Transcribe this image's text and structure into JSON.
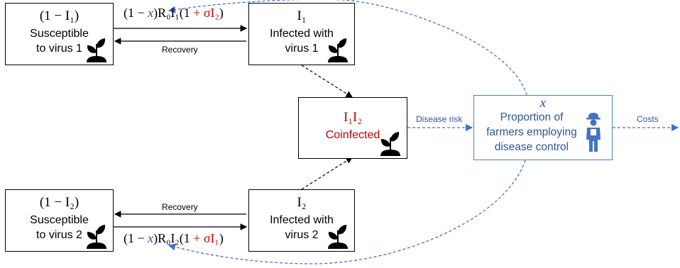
{
  "boxes": {
    "s1": {
      "expr": "(1 − I₁)",
      "line1": "Susceptible",
      "line2": "to virus 1"
    },
    "i1": {
      "expr": "I₁",
      "line1": "Infected with",
      "line2": "virus 1"
    },
    "co": {
      "expr": "I₁I₂",
      "line1": "Coinfected"
    },
    "s2": {
      "expr": "(1 − I₂)",
      "line1": "Susceptible",
      "line2": "to virus 2"
    },
    "i2": {
      "expr": "I₂",
      "line1": "Infected with",
      "line2": "virus 2"
    }
  },
  "control": {
    "variable": "x",
    "line1": "Proportion of",
    "line2": "farmers employing",
    "line3": "disease control"
  },
  "rates": {
    "top_open": "(1 − ",
    "top_x": "x",
    "top_mid": ")R₀I₁(1 ",
    "top_red": "+ σI₂",
    "top_close": ")",
    "bottom_open": "(1 − ",
    "bottom_x": "x",
    "bottom_mid": ")R₀I₂(1 ",
    "bottom_red": "+ σI₁",
    "bottom_close": ")"
  },
  "labels": {
    "recovery_top": "Recovery",
    "recovery_bottom": "Recovery",
    "disease_risk": "Disease risk",
    "costs": "Costs"
  },
  "colors": {
    "control": "#2f5597",
    "coinfection": "#c00000",
    "ink": "#000000"
  },
  "icons": {
    "plant": "seedling-icon",
    "farmer": "farmer-icon"
  }
}
